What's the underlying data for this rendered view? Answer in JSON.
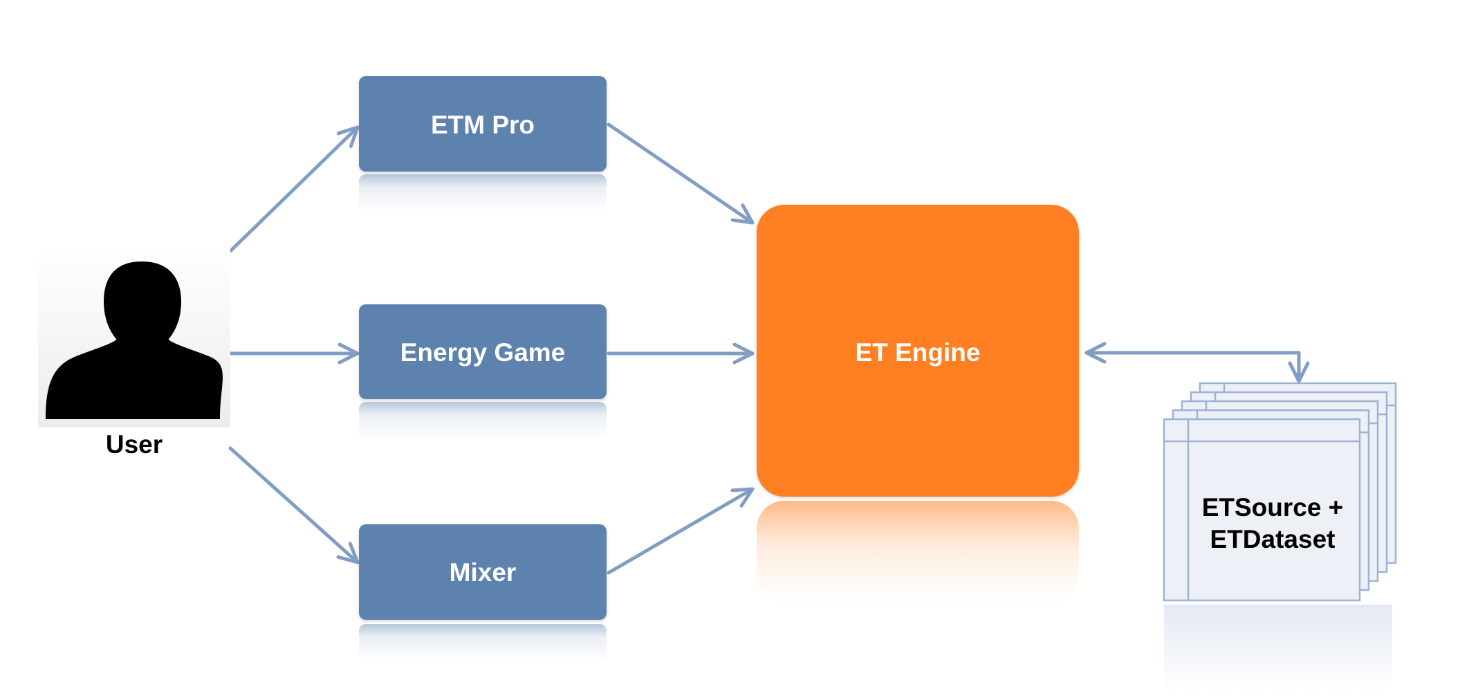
{
  "nodes": {
    "user": {
      "label": "User"
    },
    "etm_pro": {
      "label": "ETM Pro"
    },
    "energy_game": {
      "label": "Energy Game"
    },
    "mixer": {
      "label": "Mixer"
    },
    "et_engine": {
      "label": "ET Engine"
    },
    "etsource": {
      "label_line1": "ETSource +",
      "label_line2": "ETDataset"
    }
  },
  "edges": [
    {
      "from": "user",
      "to": "etm_pro"
    },
    {
      "from": "user",
      "to": "energy_game"
    },
    {
      "from": "user",
      "to": "mixer"
    },
    {
      "from": "etm_pro",
      "to": "et_engine"
    },
    {
      "from": "energy_game",
      "to": "et_engine"
    },
    {
      "from": "mixer",
      "to": "et_engine"
    },
    {
      "from": "et_engine",
      "to": "etsource",
      "bidirectional": true
    }
  ],
  "icons": {
    "user": "user-silhouette-icon",
    "dataset": "stacked-documents-icon"
  },
  "colors": {
    "client_box": "#5b82ad",
    "engine_box": "#ff7f22",
    "arrow": "#819dc4",
    "document_fill": "#edf0f7",
    "document_border": "#9db3d5"
  }
}
